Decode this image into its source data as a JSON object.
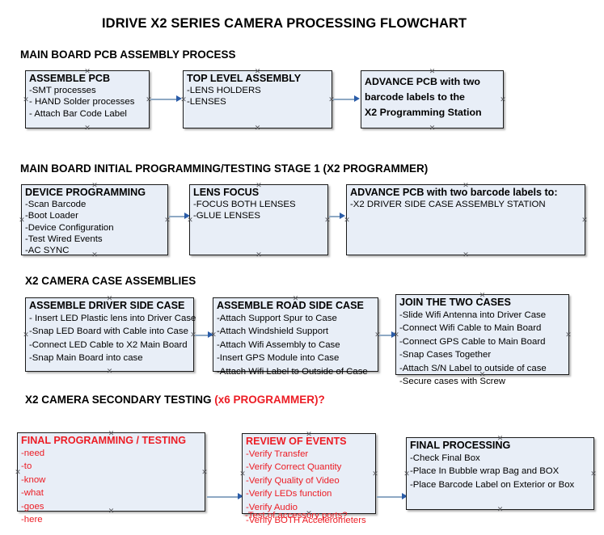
{
  "document": {
    "title": "IDRIVE X2  SERIES CAMERA PROCESSING FLOWCHART"
  },
  "colors": {
    "node_fill": "#e8eef7",
    "node_border": "#1a1a1a",
    "accent_red": "#ec1c24",
    "connector_line": "#8ea9c4",
    "connector_head": "#2a5ca8"
  },
  "sections": [
    {
      "id": "main-board-pcb-assembly-process",
      "header": "MAIN BOARD PCB ASSEMBLY PROCESS",
      "header_accent": "",
      "nodes": [
        {
          "id": "assemble-pcb",
          "title": "ASSEMBLE PCB",
          "lines": [
            "-SMT processes",
            "- HAND Solder processes",
            "- Attach Bar Code Label"
          ]
        },
        {
          "id": "top-level-assembly",
          "title": "TOP LEVEL ASSEMBLY",
          "lines": [
            "-LENS HOLDERS",
            "-LENSES"
          ]
        },
        {
          "id": "advance-pcb-to-x2-programming-station",
          "title": "",
          "lines": [
            "ADVANCE PCB with two",
            "barcode labels to the",
            " X2 Programming Station"
          ]
        }
      ]
    },
    {
      "id": "main-board-initial-programming-testing-stage-1",
      "header": "MAIN BOARD INITIAL PROGRAMMING/TESTING STAGE 1 (X2 PROGRAMMER)",
      "header_accent": "",
      "nodes": [
        {
          "id": "device-programming",
          "title": "DEVICE PROGRAMMING",
          "lines": [
            "-Scan Barcode",
            "-Boot Loader",
            "-Device Configuration",
            "-Test Wired Events",
            "-AC SYNC"
          ]
        },
        {
          "id": "lens-focus",
          "title": "LENS FOCUS",
          "lines": [
            "-FOCUS BOTH LENSES",
            "-GLUE LENSES"
          ]
        },
        {
          "id": "advance-pcb-to-driver-side-case-assembly-station",
          "title": "ADVANCE PCB with two barcode labels to:",
          "lines": [
            "-X2 DRIVER  SIDE  CASE  ASSEMBLY STATION"
          ]
        }
      ]
    },
    {
      "id": "x2-camera-case-assemblies",
      "header": "X2 CAMERA CASE ASSEMBLIES",
      "header_accent": "",
      "nodes": [
        {
          "id": "assemble-driver-side-case",
          "title": "ASSEMBLE DRIVER SIDE CASE",
          "lines": [
            "- Insert LED Plastic lens into Driver Case",
            "-Snap LED Board with Cable into Case",
            "-Connect LED Cable to X2 Main Board",
            "-Snap Main Board into case"
          ]
        },
        {
          "id": "assemble-road-side-case",
          "title": "ASSEMBLE ROAD SIDE CASE",
          "lines": [
            "-Attach Support Spur to Case",
            "-Attach Windshield Support",
            "-Attach Wifi Assembly to Case",
            "-Insert GPS Module into Case",
            "-Attach Wifi Label to Outside of Case"
          ]
        },
        {
          "id": "join-the-two-cases",
          "title": "JOIN THE TWO CASES",
          "lines": [
            "-Slide Wifi Antenna into Driver Case",
            "-Connect Wifi Cable to Main Board",
            "-Connect GPS Cable to Main Board",
            "-Snap Cases Together",
            "-Attach S/N Label to outside of case",
            "-Secure cases with Screw"
          ]
        }
      ]
    },
    {
      "id": "x2-camera-secondary-testing",
      "header": "X2 CAMERA SECONDARY TESTING ",
      "header_accent": "(x6 PROGRAMMER)?",
      "nodes": [
        {
          "id": "final-programming-testing",
          "title": "FINAL PROGRAMMING / TESTING",
          "lines": [
            "-need",
            "-to",
            "-know",
            "-what",
            "-goes",
            "-here"
          ]
        },
        {
          "id": "review-of-events",
          "title": "REVIEW OF EVENTS",
          "lines": [
            "-Verify Transfer",
            "-Verify Correct Quantity",
            "-Verify Quality of Video",
            "-Verify LEDs function",
            "-Verify Audio",
            "-Verify BOTH Accelerometers"
          ],
          "overflow_line": "-Test of accessory ports?"
        },
        {
          "id": "final-processing",
          "title": "FINAL PROCESSING",
          "lines": [
            " -Check Final Box",
            "-Place In Bubble wrap Bag and BOX",
            "-Place Barcode Label on Exterior or Box"
          ]
        }
      ]
    }
  ]
}
